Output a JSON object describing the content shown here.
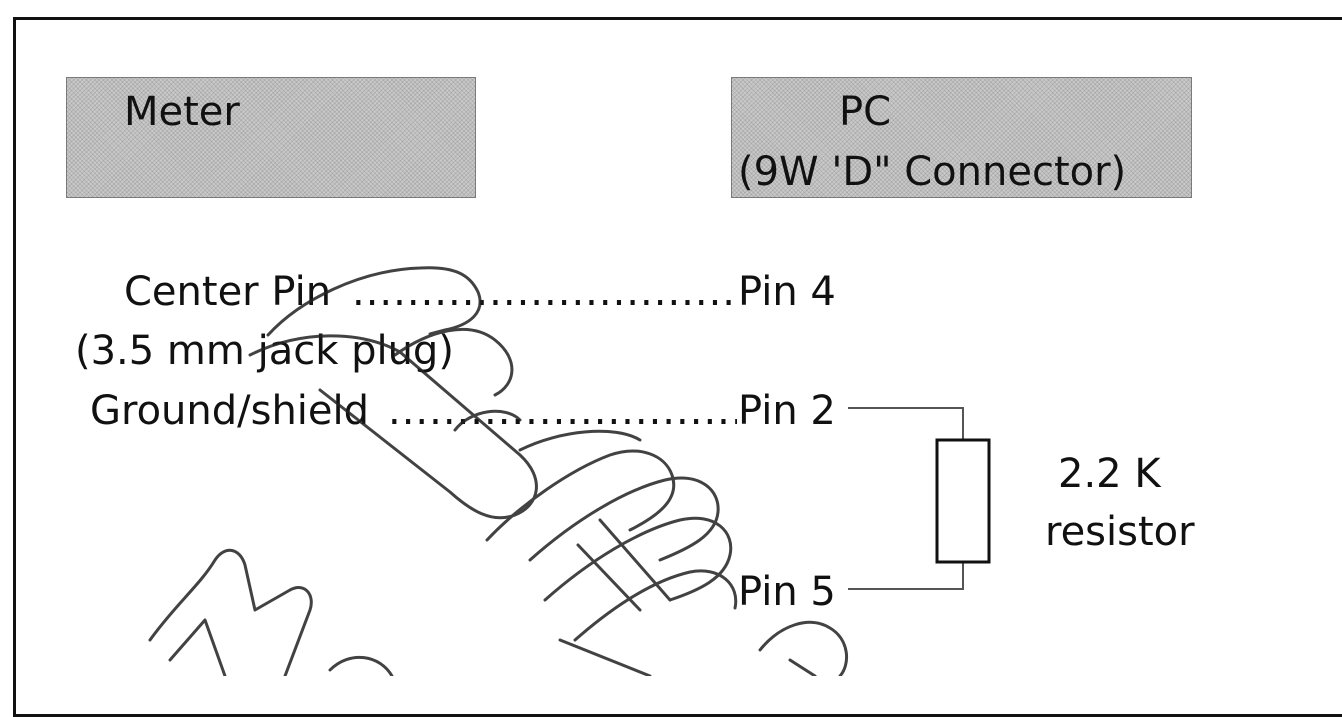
{
  "meter_box": {
    "label": "Meter"
  },
  "pc_box": {
    "label_line1": "PC",
    "label_line2": "(9W 'D\" Connector)"
  },
  "connections": {
    "center_pin": "Center Pin",
    "jack_plug": "(3.5 mm jack plug)",
    "ground_shield": "Ground/shield",
    "pin4": "Pin 4",
    "pin2": "Pin 2",
    "pin5": "Pin 5",
    "leader_dots_1": "...................................",
    "leader_dots_2": ".............................."
  },
  "resistor": {
    "value": "2.2 K",
    "label": "resistor"
  },
  "colors": {
    "line": "#111111",
    "wire": "#555555",
    "box_fill": "#c9c9c9"
  }
}
